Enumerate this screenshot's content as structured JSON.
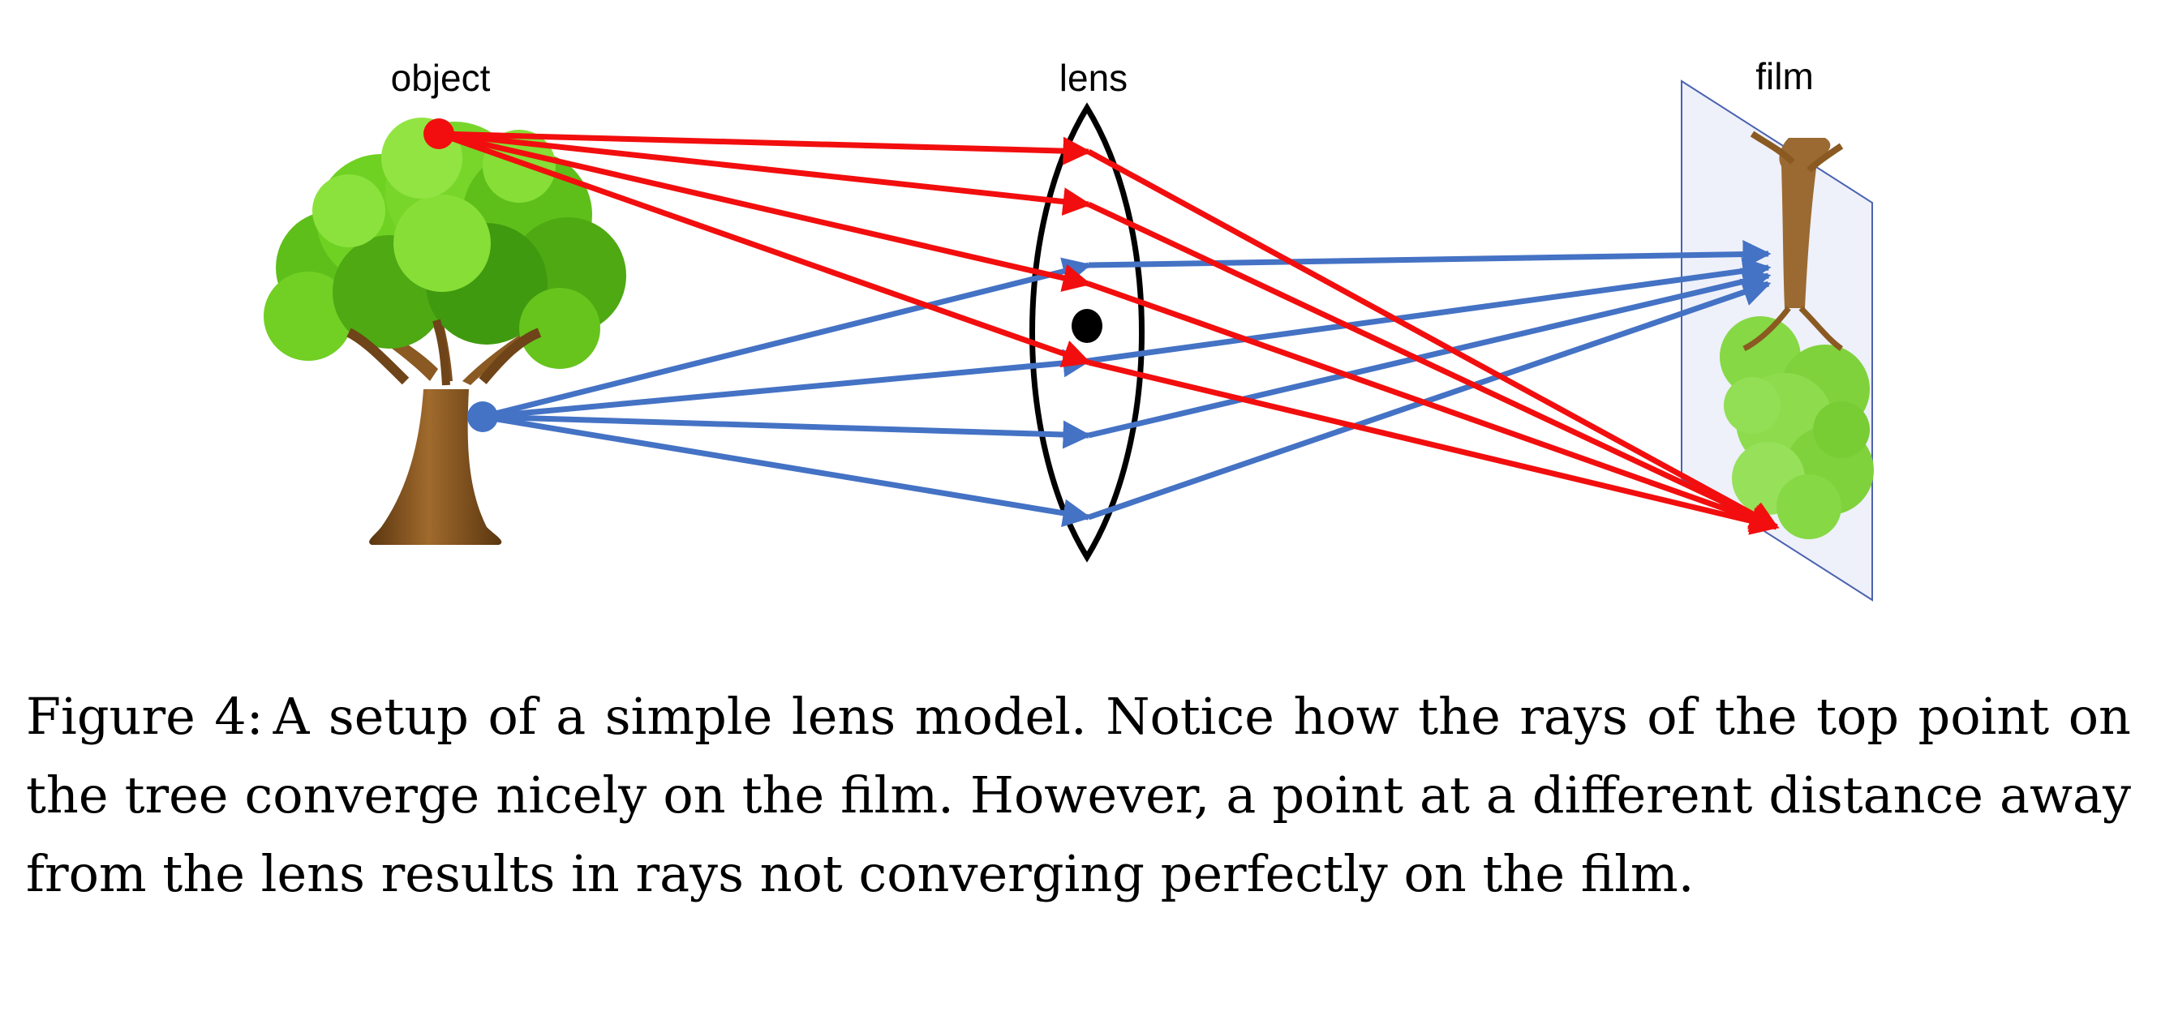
{
  "figure": {
    "labels": {
      "object": "object",
      "lens": "lens",
      "film": "film"
    },
    "colors": {
      "top_point_rays": "#f20e0e",
      "bottom_point_rays": "#4472c4",
      "lens_outline": "#000000",
      "film_plane_fill": "#eef0fa",
      "film_plane_stroke": "#4a62b0",
      "foliage": "#67c41d",
      "trunk": "#8a5a22"
    },
    "icons": {
      "object": "tree-icon",
      "film_image": "inverted-tree-image",
      "lens_center": "optical-center-dot"
    }
  },
  "caption": {
    "label": "Figure 4:",
    "text": "A setup of a simple lens model.  Notice how the rays of the top point on the tree converge nicely on the film. However, a point at a different distance away from the lens results in rays not converging perfectly on the film."
  }
}
